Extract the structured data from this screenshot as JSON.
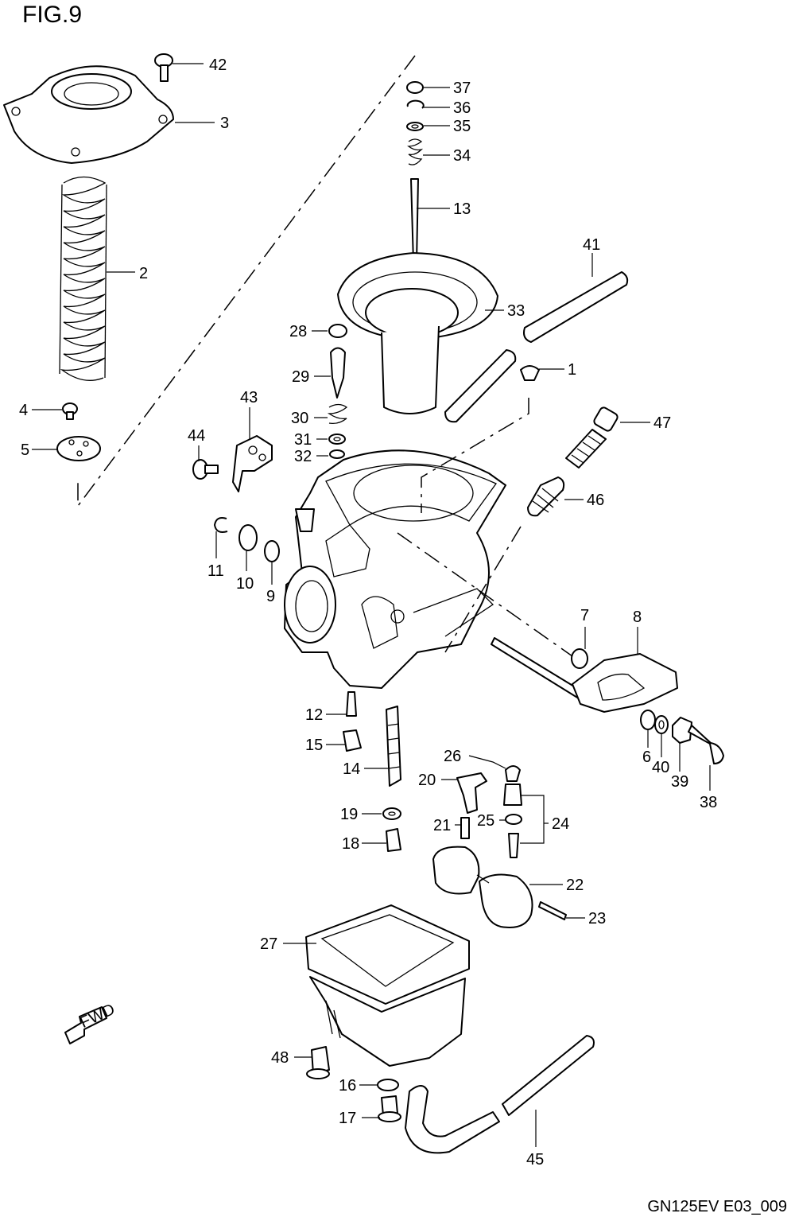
{
  "figure": {
    "title": "FIG.9",
    "code": "GN125EV E03_009",
    "fwd_label": "FWD"
  },
  "callouts": {
    "c1": "1",
    "c2": "2",
    "c3": "3",
    "c4": "4",
    "c5": "5",
    "c6": "6",
    "c7": "7",
    "c8": "8",
    "c9": "9",
    "c10": "10",
    "c11": "11",
    "c12": "12",
    "c13": "13",
    "c14": "14",
    "c15": "15",
    "c16": "16",
    "c17": "17",
    "c18": "18",
    "c19": "19",
    "c20": "20",
    "c21": "21",
    "c22": "22",
    "c23": "23",
    "c24": "24",
    "c25": "25",
    "c26": "26",
    "c27": "27",
    "c28": "28",
    "c29": "29",
    "c30": "30",
    "c31": "31",
    "c32": "32",
    "c33": "33",
    "c34": "34",
    "c35": "35",
    "c36": "36",
    "c37": "37",
    "c38": "38",
    "c39": "39",
    "c40": "40",
    "c41": "41",
    "c42": "42",
    "c43": "43",
    "c44": "44",
    "c45": "45",
    "c46": "46",
    "c47": "47",
    "c48": "48"
  }
}
